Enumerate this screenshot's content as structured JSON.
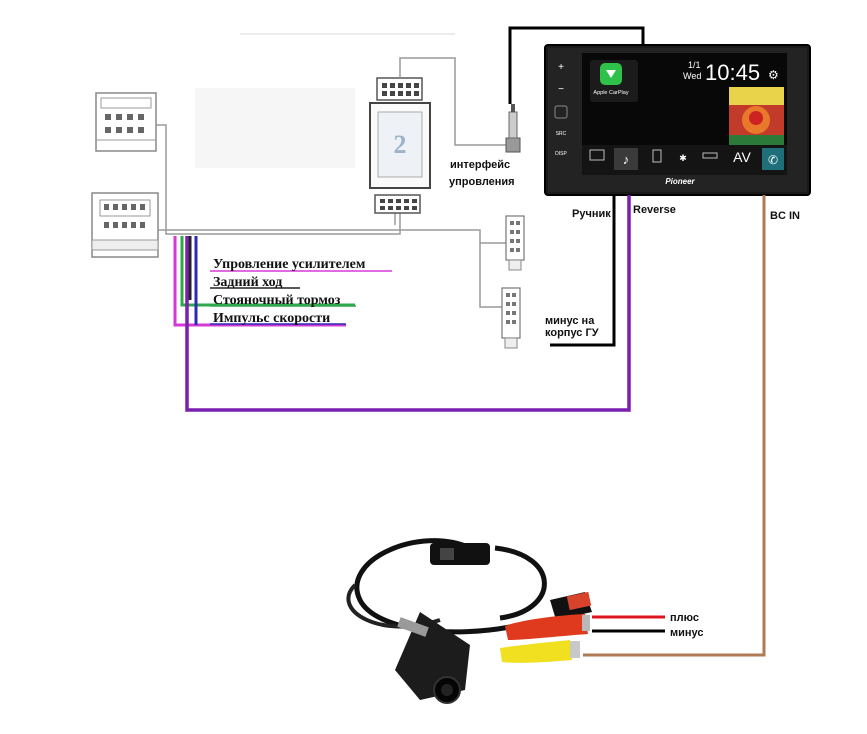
{
  "colors": {
    "wire_black": "#000000",
    "wire_purple": "#7a1fb0",
    "wire_brown": "#b07a57",
    "wire_red": "#e0141e",
    "wire_green": "#2ea84a",
    "wire_pink": "#d63ad6",
    "wire_blue": "#2b2bb5",
    "wire_gray": "#9a9a9a",
    "rca_red": "#e03a1e",
    "rca_yellow": "#f0e020"
  },
  "labels": {
    "interface": [
      "интерфейс",
      "упровления"
    ],
    "handbrake": "Ручник",
    "reverse": "Reverse",
    "bc_in": "BC IN",
    "minus_ground": [
      "минус на",
      "корпус ГУ"
    ],
    "plus": "плюс",
    "minus": "минус"
  },
  "wire_legend": [
    "Упровление усилителем",
    "Задний ход",
    "Стояночный тормоз",
    "Импульс скорости"
  ],
  "head_unit": {
    "carplay": "Apple CarPlay",
    "date": "1/1",
    "weekday": "Wed",
    "time": "10:45",
    "av": "AV",
    "brand": "Pioneer",
    "src": "SRC",
    "disp": "DISP",
    "plus": "+",
    "minus": "−"
  }
}
